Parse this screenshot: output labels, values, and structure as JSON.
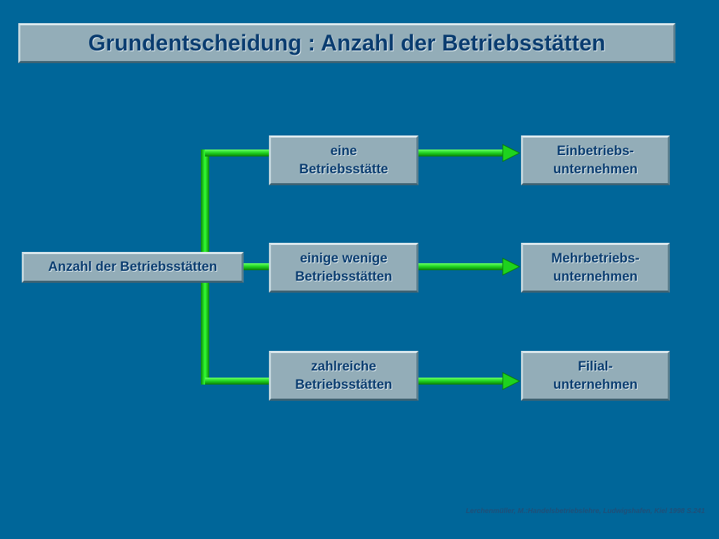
{
  "title": "Grundentscheidung : Anzahl der Betriebsstätten",
  "root": "Anzahl der Betriebsstätten",
  "branches": [
    {
      "condition": "eine\nBetriebsstätte",
      "result": "Einbetriebs-\nunternehmen"
    },
    {
      "condition": "einige wenige\nBetriebsstätten",
      "result": "Mehrbetriebs-\nunternehmen"
    },
    {
      "condition": "zahlreiche\nBetriebsstätten",
      "result": "Filial-\nunternehmen"
    }
  ],
  "source": "Lerchenmüller, M.:Handelsbetriebslehre, Ludwigshafen, Kiel 1998 S.241",
  "colors": {
    "background": "#006699",
    "box": "#93adb8",
    "text": "#0b3d70",
    "connector": "#1ed21e"
  }
}
